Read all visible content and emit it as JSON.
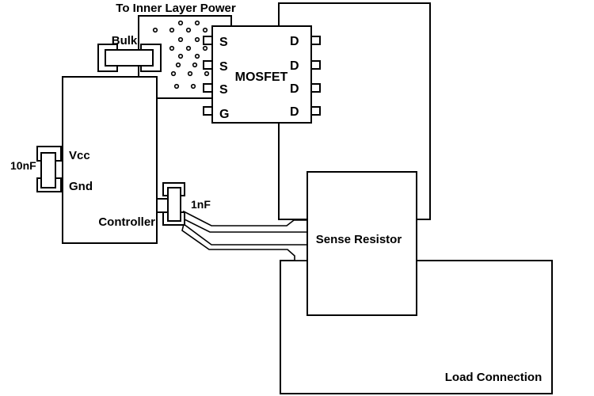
{
  "title": "To Inner Layer Power",
  "blocks": {
    "mosfet": {
      "label": "MOSFET",
      "left_pins": [
        "S",
        "S",
        "S",
        "G"
      ],
      "right_pins": [
        "D",
        "D",
        "D",
        "D"
      ]
    },
    "controller": {
      "label": "Controller",
      "vcc_label": "Vcc",
      "gnd_label": "Gnd"
    },
    "sense_resistor": {
      "label": "Sense Resistor"
    },
    "load_connection": {
      "label": "Load Connection"
    }
  },
  "capacitors": {
    "bulk_label": "Bulk",
    "decoupling_label": "10nF",
    "filter_label": "1nF"
  },
  "colors": {
    "line": "#000000",
    "background": "#ffffff",
    "text": "#000000"
  }
}
